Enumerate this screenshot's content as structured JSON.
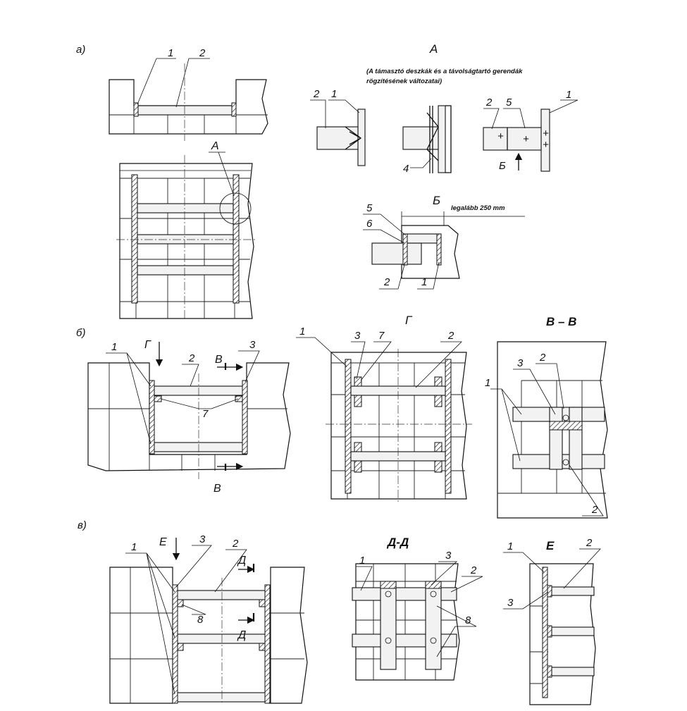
{
  "views": {
    "a": "a)",
    "b": "б)",
    "v": "в)"
  },
  "detail_a": {
    "title": "A",
    "note_line1": "(A támasztó deszkák és a távolságtartó gerendák",
    "note_line2": "rögzítésének változatai)"
  },
  "detail_b": {
    "title": "Б",
    "dimension": "legalább 250 mm"
  },
  "sections": {
    "g": "Г",
    "vv": "В – В",
    "dd": "Д-Д",
    "e": "Е"
  },
  "markers": {
    "A": "A",
    "B_arrow": "Б",
    "G_arrow": "Г",
    "V_top": "В",
    "V_bottom": "В",
    "D_top": "Д",
    "D_bottom": "Д",
    "E_arrow": "Е"
  },
  "labels": {
    "n1": "1",
    "n2": "2",
    "n3": "3",
    "n4": "4",
    "n5": "5",
    "n6": "6",
    "n7": "7",
    "n8": "8"
  }
}
